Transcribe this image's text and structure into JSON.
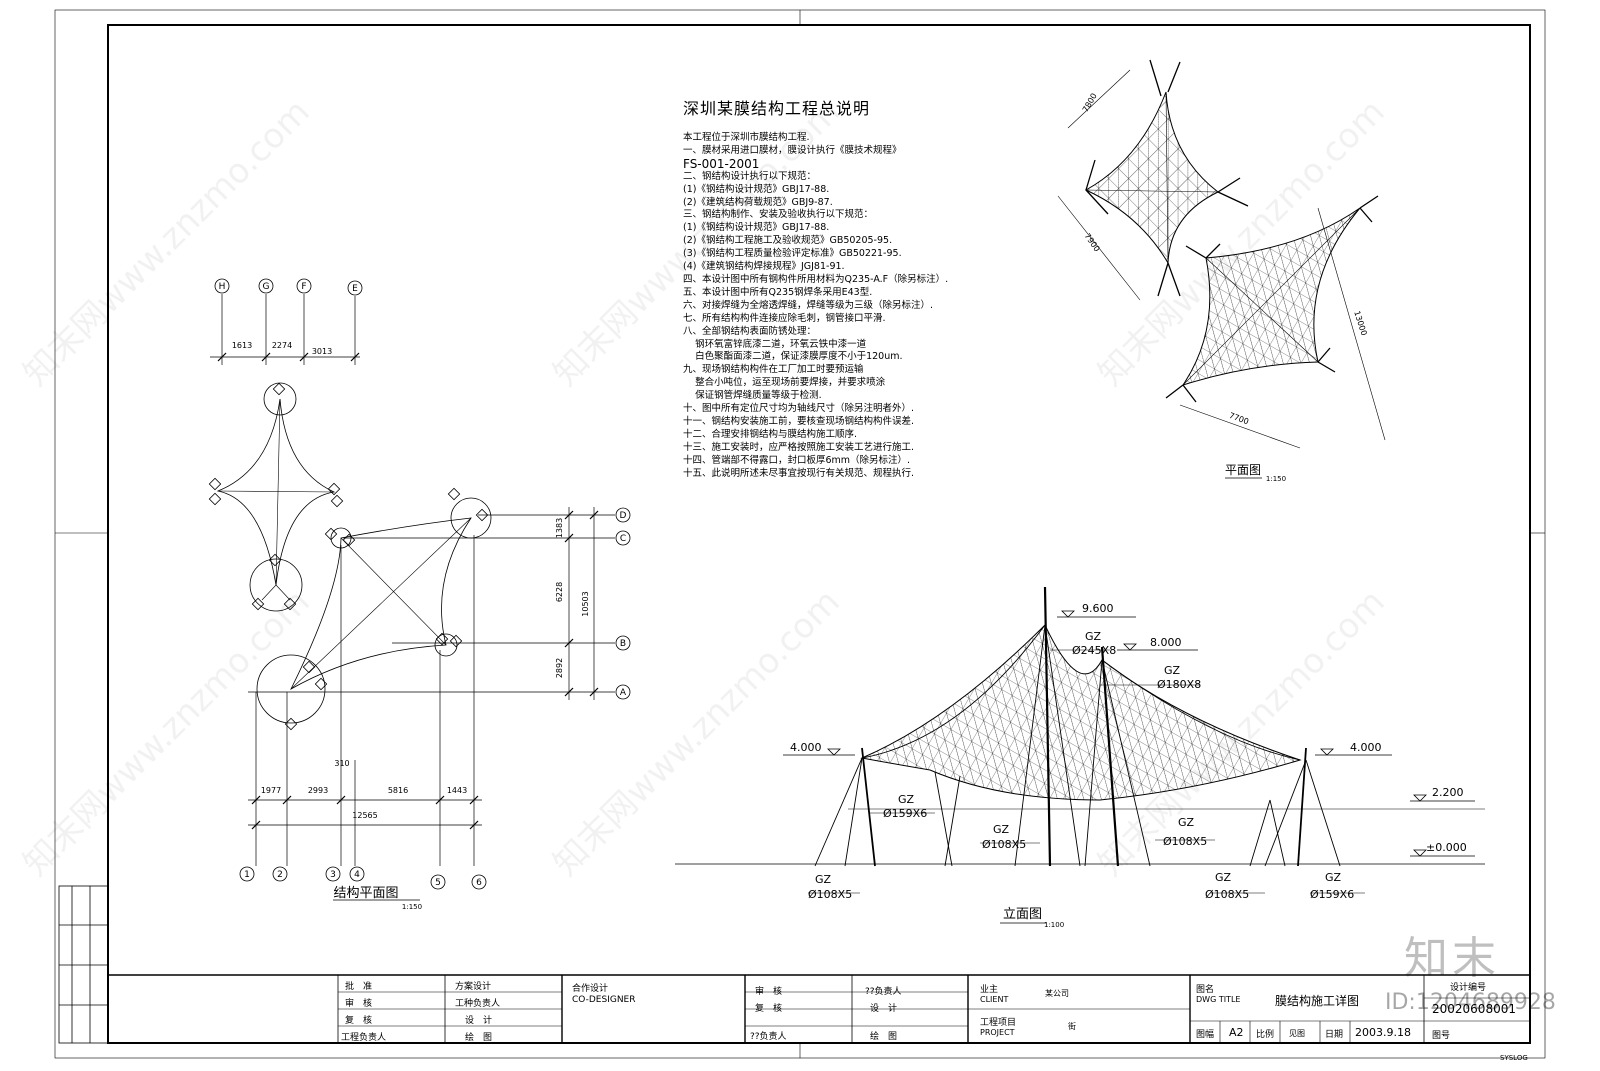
{
  "notes": {
    "title": "深圳某膜结构工程总说明",
    "lines": [
      "本工程位于深圳市膜结构工程.",
      "一、膜材采用进口膜材，膜设计执行《膜技术规程》",
      "FS-001-2001",
      "二、钢结构设计执行以下规范：",
      "(1)《钢结构设计规范》GBJ17-88.",
      "(2)《建筑结构荷载规范》GBJ9-87.",
      "三、钢结构制作、安装及验收执行以下规范：",
      "(1)《钢结构设计规范》GBJ17-88.",
      "(2)《钢结构工程施工及验收规范》GB50205-95.",
      "(3)《钢结构工程质量检验评定标准》GB50221-95.",
      "(4)《建筑钢结构焊接规程》JGJ81-91.",
      "四、本设计图中所有钢构件所用材料为Q235-A.F（除另标注）.",
      "五、本设计图中所有Q235钢焊条采用E43型.",
      "六、对接焊缝为全熔透焊缝，焊缝等级为三级（除另标注）.",
      "七、所有结构构件连接应除毛刺，钢管接口平滑.",
      "八、全部钢结构表面防锈处理：",
      "    钢环氧富锌底漆二道，环氧云铁中漆一道",
      "    白色聚酯面漆二道，保证漆膜厚度不小于120um.",
      "九、现场钢结构构件在工厂加工时要预运输",
      "    整合小吨位，运至现场前要焊接，并要求喷涂",
      "    保证钢管焊缝质量等级于检测.",
      "十、图中所有定位尺寸均为轴线尺寸（除另注明者外）.",
      "十一、钢结构安装施工前，要核查现场钢结构构件误差.",
      "十二、合理安排钢结构与膜结构施工顺序.",
      "十三、施工安装时，应严格按照施工安装工艺进行施工.",
      "十四、管端部不得露口，封口板厚6mm（除另标注）.",
      "十五、此说明所述未尽事宜按现行有关规范、规程执行."
    ]
  },
  "struct_plan": {
    "title": "结构平面图",
    "scale": "1:150",
    "grid_top": [
      "H",
      "G",
      "F",
      "E"
    ],
    "grid_right": [
      "D",
      "C",
      "B",
      "A"
    ],
    "grid_bottom": [
      "1",
      "2",
      "3",
      "4",
      "5",
      "6"
    ],
    "dims_top": [
      "1613",
      "2274",
      "3013"
    ],
    "dims_bottom": [
      "1977",
      "2993",
      "5816",
      "1443"
    ],
    "dim_total_bottom": "12565",
    "dims_right": [
      "1383",
      "6228",
      "2892"
    ],
    "dim_total_right": "10503",
    "dim_misc": "310"
  },
  "plan_view": {
    "title": "平面图",
    "scale": "1:150",
    "dims": [
      "7800",
      "7900",
      "13000",
      "7700"
    ]
  },
  "elevation": {
    "title": "立面图",
    "scale": "1:100",
    "levels": [
      "9.600",
      "8.000",
      "4.000",
      "4.000",
      "2.200",
      "±0.000"
    ],
    "members": [
      {
        "code": "GZ",
        "spec": "Ø245X8"
      },
      {
        "code": "GZ",
        "spec": "Ø180X8"
      },
      {
        "code": "GZ",
        "spec": "Ø159X6"
      },
      {
        "code": "GZ",
        "spec": "Ø108X5"
      },
      {
        "code": "GZ",
        "spec": "Ø108X5"
      },
      {
        "code": "GZ",
        "spec": "Ø108X5"
      },
      {
        "code": "GZ",
        "spec": "Ø108X5"
      },
      {
        "code": "GZ",
        "spec": "Ø159X6"
      }
    ]
  },
  "title_block": {
    "approve": "批　准",
    "review": "审　核",
    "recheck": "复　核",
    "eng_lead": "工程负责人",
    "scheme": "方案设计",
    "work_lead": "工种负责人",
    "design": "设　计",
    "drawing": "绘　图",
    "codesign_cn": "合作设计",
    "codesign_en": "CO-DESIGNER",
    "review2": "审　核",
    "recheck2": "复　核",
    "lead_q": "??负责人",
    "lead_q2": "??负责人",
    "design2": "设　计",
    "drawing2": "绘　图",
    "client_cn": "业主",
    "client_en": "CLIENT",
    "client_val": "某公司",
    "project_cn": "工程项目",
    "project_en": "PROJECT",
    "project_val": "街",
    "dwg_cn": "图名",
    "dwg_en": "DWG TITLE",
    "dwg_val": "膜结构施工详图",
    "sheet_size_label": "图幅",
    "sheet_size": "A2",
    "scale_label": "比例",
    "scale_val": "见图",
    "date_label": "日期",
    "date_val": "2003.9.18",
    "design_no_label": "设计编号",
    "design_no": "20020608001",
    "drawing_no_label": "图号"
  },
  "watermark": "知末网www.znzmo.com",
  "brand": "知末",
  "id_tag": "ID:1204689928",
  "footer": "SYSLOG"
}
